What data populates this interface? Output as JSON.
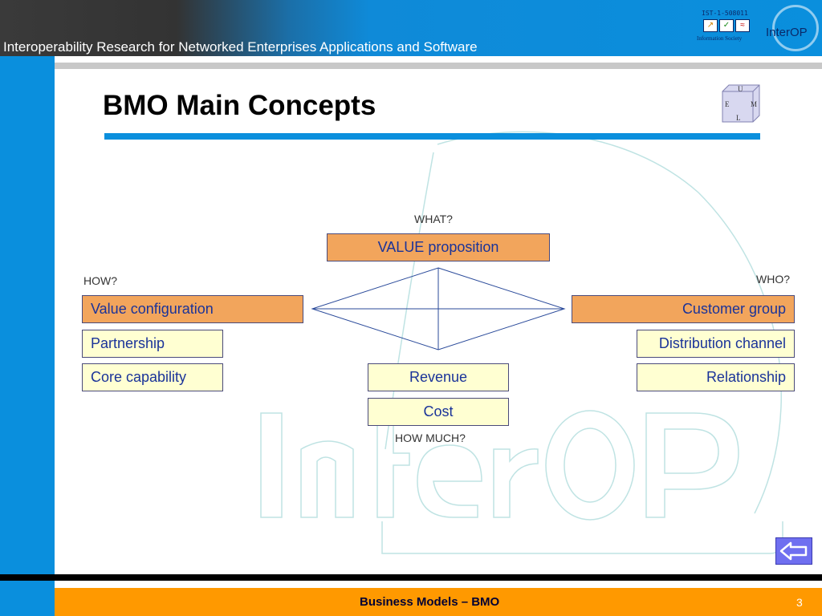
{
  "header": {
    "title": "Interoperability Research for Networked Enterprises Applications and Software",
    "ist_label": "IST-1-508011",
    "info_society_label": "Information Society",
    "interop_logo": "InterOP"
  },
  "slide": {
    "title": "BMO Main Concepts",
    "cube_letters": {
      "top": "U",
      "left": "E",
      "right": "M",
      "bottom": "L"
    },
    "watermark_text": "InterOP"
  },
  "diagram": {
    "what_label": "WHAT?",
    "how_label": "HOW?",
    "who_label": "WHO?",
    "how_much_label": "HOW MUCH?",
    "value_proposition": "VALUE proposition",
    "value_configuration": "Value configuration",
    "partnership": "Partnership",
    "core_capability": "Core capability",
    "customer_group": "Customer group",
    "distribution_channel": "Distribution channel",
    "relationship": "Relationship",
    "revenue": "Revenue",
    "cost": "Cost"
  },
  "footer": {
    "text": "Business Models – BMO",
    "page_number": "3"
  },
  "colors": {
    "accent_blue": "#0a8fdd",
    "footer_orange": "#ff9900",
    "box_orange": "#f2a55c",
    "box_yellow": "#ffffd2",
    "box_text": "#1a3399"
  },
  "icons": {
    "back_button": "back-arrow-icon",
    "cube_logo": "uelm-cube-icon"
  }
}
